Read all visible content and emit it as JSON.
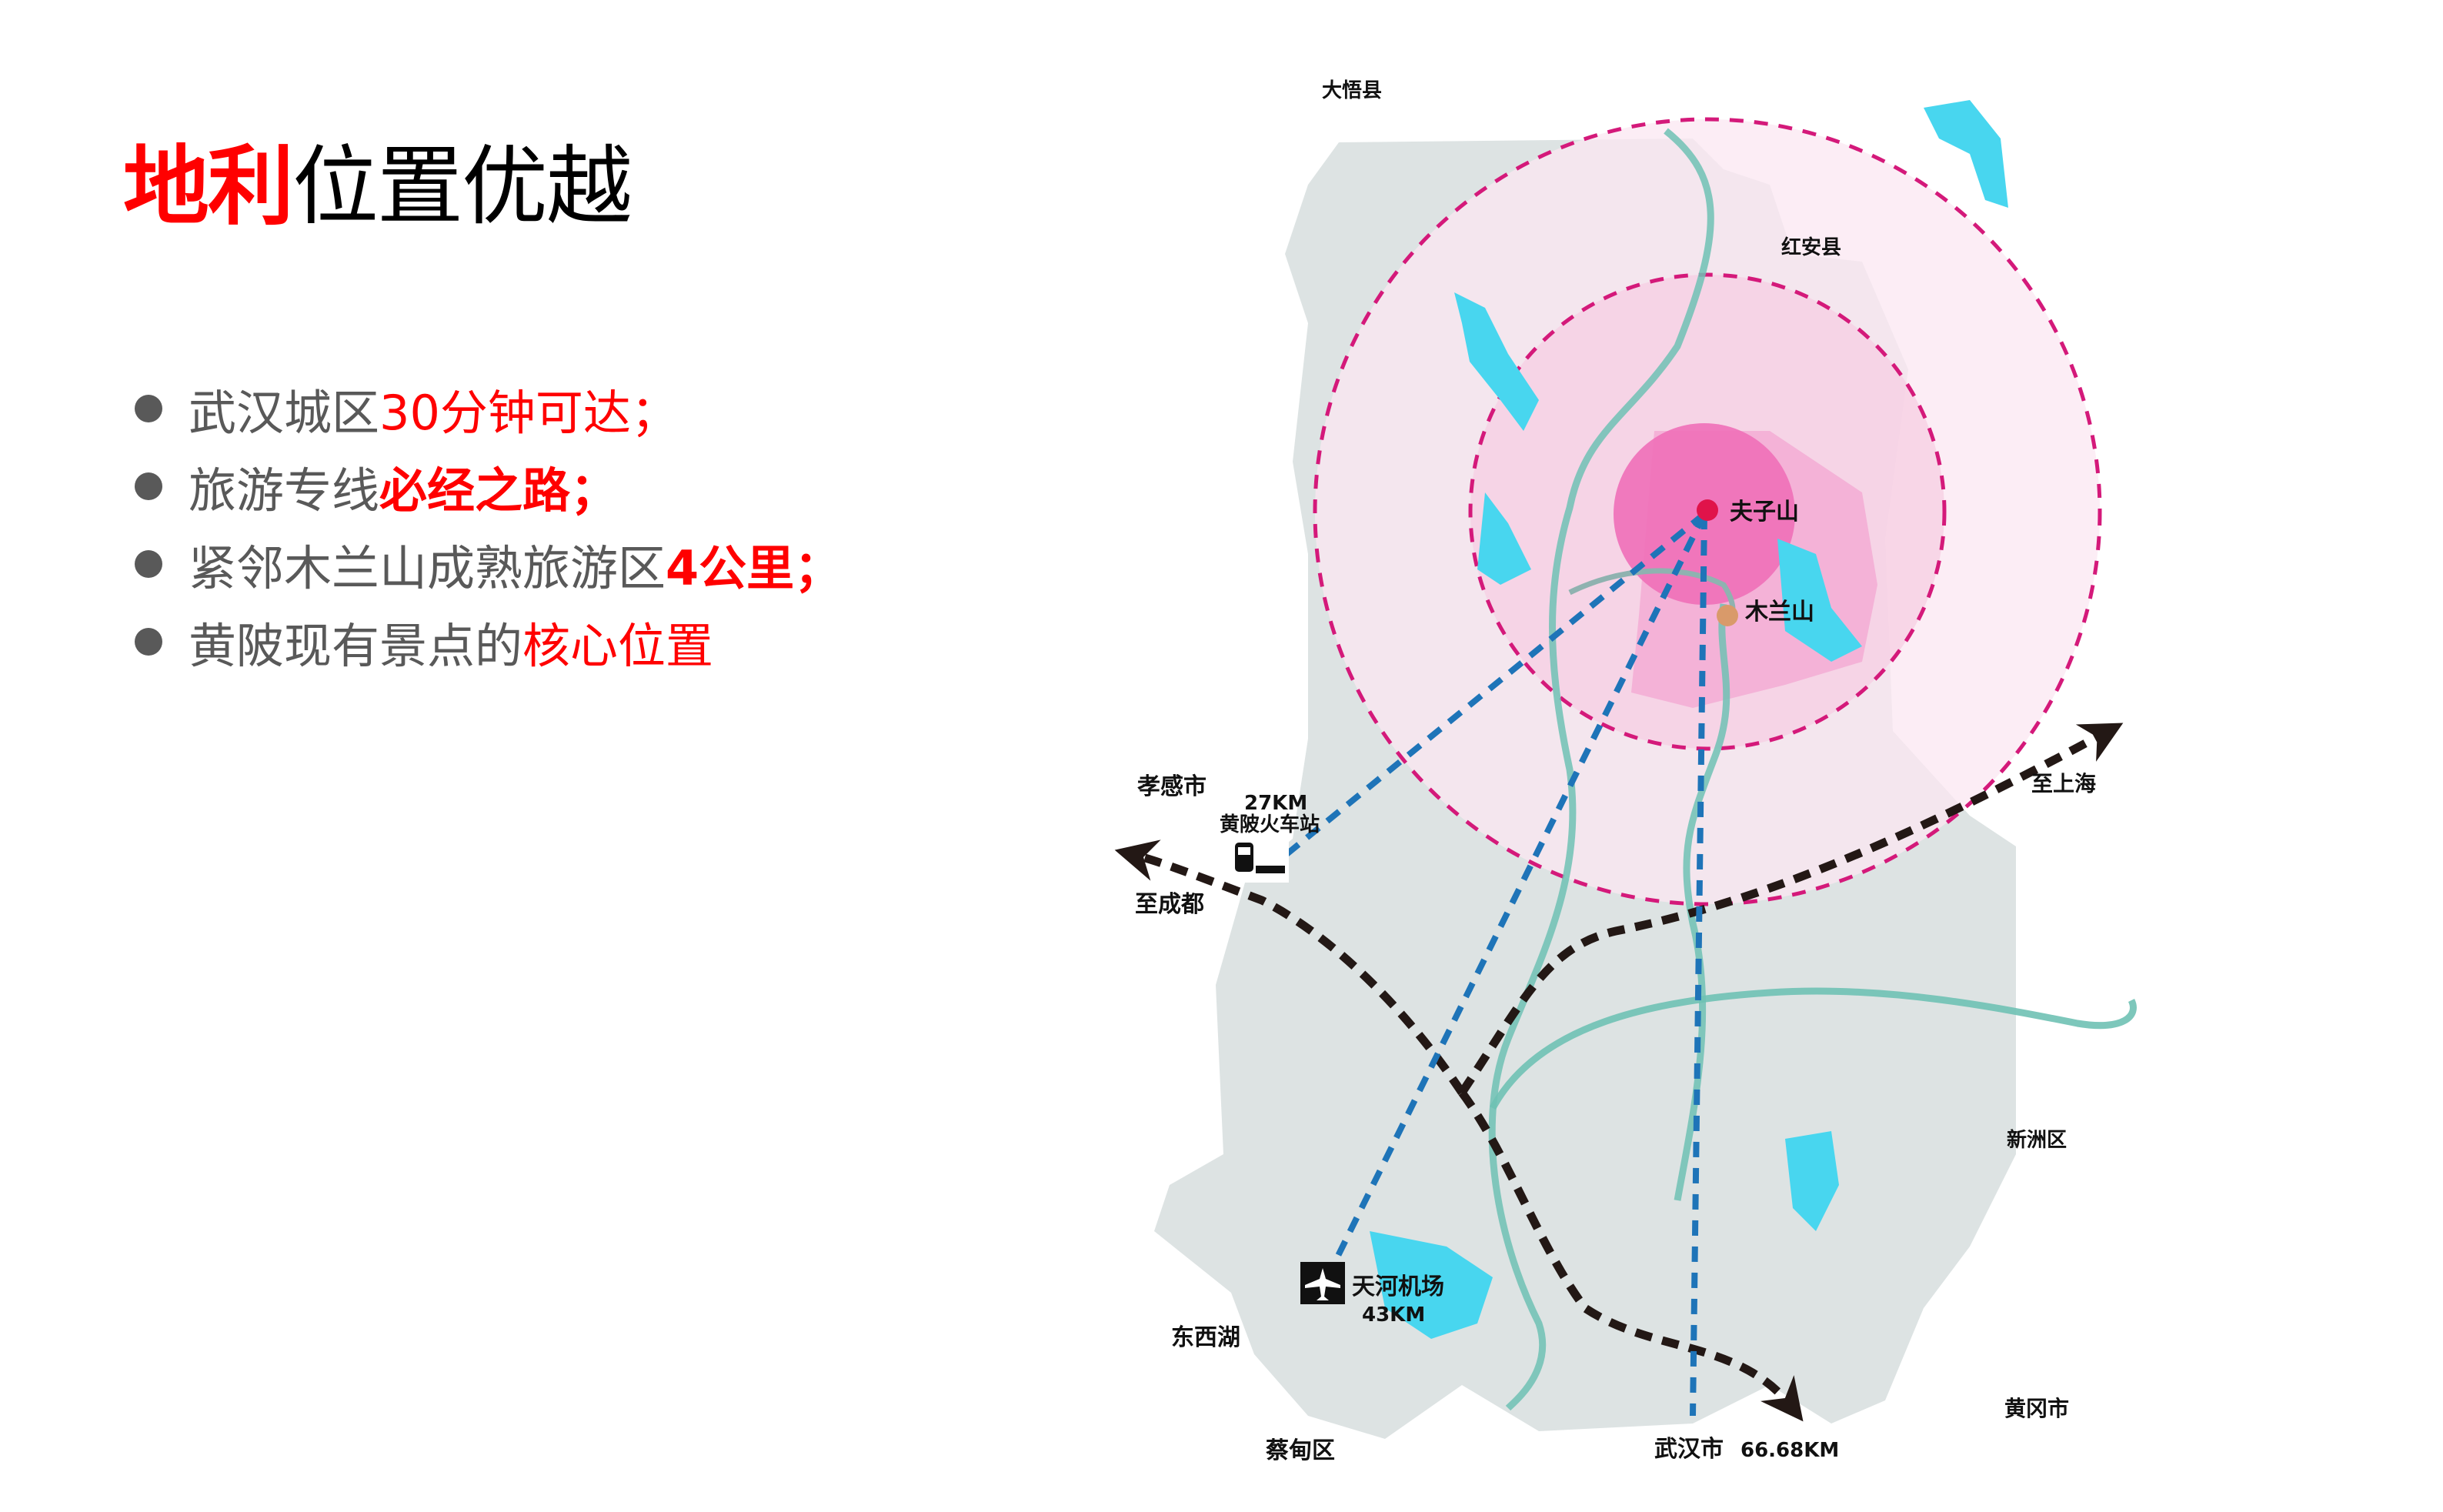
{
  "slide": {
    "title": {
      "highlight": "地利",
      "rest": "位置优越"
    },
    "bullets": [
      {
        "prefix": "武汉城区",
        "emphasis": "30分钟可达；",
        "emphasis_bold": false
      },
      {
        "prefix": "旅游专线",
        "emphasis": "必经之路；",
        "emphasis_bold": true
      },
      {
        "prefix": "紧邻木兰山成熟旅游区",
        "emphasis": "4公里；",
        "emphasis_bold": true
      },
      {
        "prefix": "黄陂现有景点的",
        "emphasis": "核心位置",
        "emphasis_bold": false
      }
    ]
  },
  "map": {
    "colors": {
      "land": "#dde3e3",
      "water": "#48d6ef",
      "river": "#6fc1b4",
      "ring_dash": "#d4197a",
      "outer_ring_fill": "#fbe7f2",
      "middle_ring_fill": "#f6cfe3",
      "core_fill": "#ef6fb8",
      "route_blue": "#1e74b8",
      "rail": "#231815",
      "center_dot": "#e0134a",
      "mulan_dot": "#d99a6a"
    },
    "places": {
      "dawu": "大悟县",
      "hongan": "红安县",
      "xiaogan": "孝感市",
      "chengdu": "至成都",
      "shanghai": "至上海",
      "xinzhou": "新洲区",
      "dongxihu": "东西湖",
      "caidian": "蔡甸区",
      "huanggang": "黄冈市"
    },
    "points": {
      "center": "夫子山",
      "mulan": "木兰山",
      "station_distance": "27KM",
      "station_name": "黄陂火车站",
      "airport_name": "天河机场",
      "airport_distance": "43KM",
      "wuhan_name": "武汉市",
      "wuhan_distance": "66.68KM"
    },
    "icons": {
      "station": "train-icon",
      "airport": "airplane-icon"
    }
  }
}
